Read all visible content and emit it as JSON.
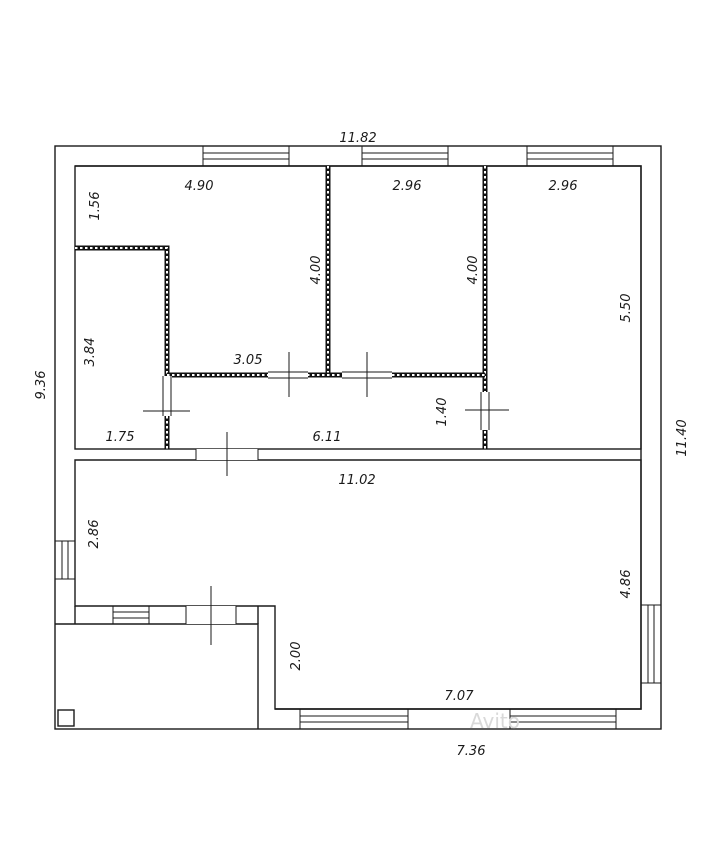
{
  "dimensions": {
    "overall_width": "11.82",
    "overall_height_left": "9.36",
    "overall_height_right": "11.40",
    "room1_width": "4.90",
    "room2_width": "2.96",
    "room3_width": "2.96",
    "closet_height": "1.56",
    "partition_height_1": "4.00",
    "partition_height_2": "4.00",
    "room3_height": "5.50",
    "left_room_height": "3.84",
    "corridor_segment": "3.05",
    "left_bottom_width": "1.75",
    "corridor_width": "6.11",
    "corridor_height": "1.40",
    "hall_width": "11.02",
    "hall_left_height": "2.86",
    "hall_right_height": "4.86",
    "hall_step_height": "2.00",
    "hall_bottom_inner": "7.07",
    "hall_bottom_outer": "7.36"
  },
  "watermark": "Avito"
}
